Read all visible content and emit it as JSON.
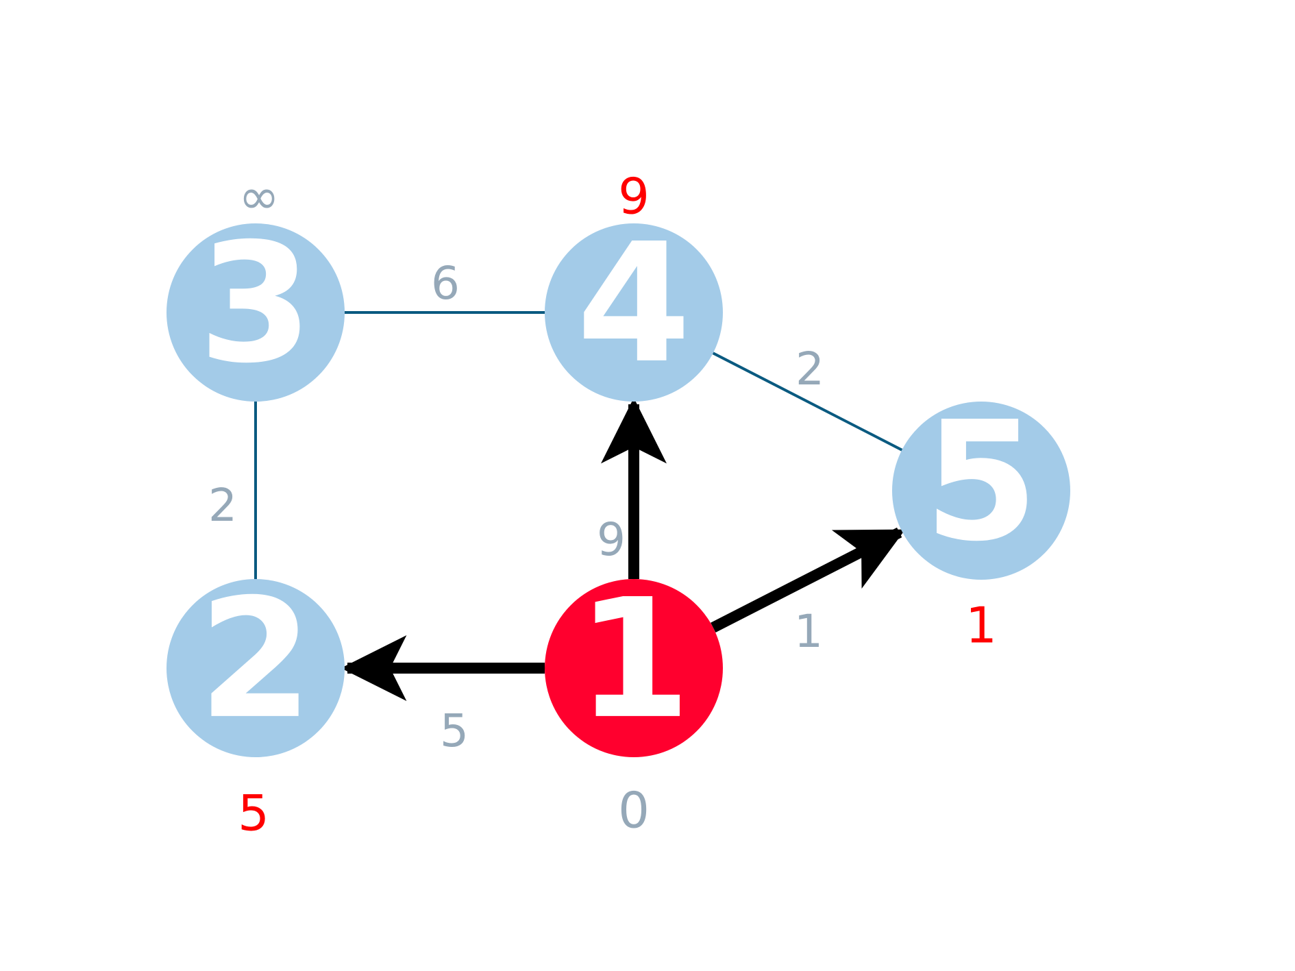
{
  "colors": {
    "node_default": "#a3cbe8",
    "node_source": "#ff002e",
    "edge_plain": "#0a5a80",
    "edge_relaxed": "#000000",
    "distance_updated": "#ff0000",
    "distance_unchanged": "#95a8b8",
    "weight_text": "#95a8b8",
    "node_text": "#ffffff"
  },
  "nodes": [
    {
      "id": "1",
      "label": "1",
      "distance": "0",
      "state": "source"
    },
    {
      "id": "2",
      "label": "2",
      "distance": "5",
      "state": "updated"
    },
    {
      "id": "3",
      "label": "3",
      "distance": "∞",
      "state": "unvisited"
    },
    {
      "id": "4",
      "label": "4",
      "distance": "9",
      "state": "updated"
    },
    {
      "id": "5",
      "label": "5",
      "distance": "1",
      "state": "updated"
    }
  ],
  "edges": [
    {
      "from": "3",
      "to": "4",
      "weight": "6",
      "relaxed": false
    },
    {
      "from": "4",
      "to": "5",
      "weight": "2",
      "relaxed": false
    },
    {
      "from": "3",
      "to": "2",
      "weight": "2",
      "relaxed": false
    },
    {
      "from": "1",
      "to": "4",
      "weight": "9",
      "relaxed": true
    },
    {
      "from": "1",
      "to": "5",
      "weight": "1",
      "relaxed": true
    },
    {
      "from": "1",
      "to": "2",
      "weight": "5",
      "relaxed": true
    }
  ]
}
